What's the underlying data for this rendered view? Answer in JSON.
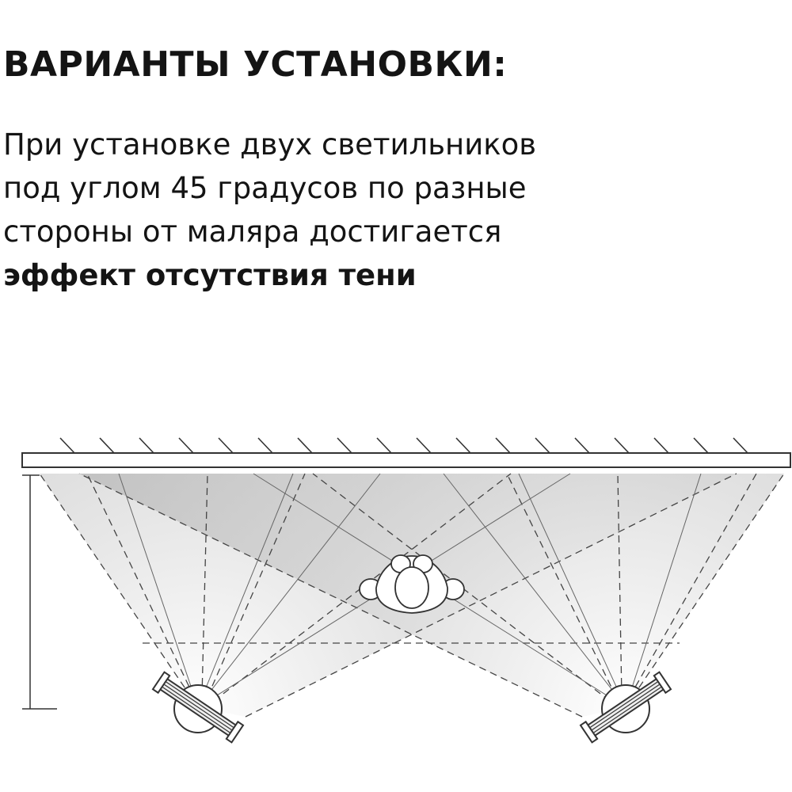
{
  "heading": "ВАРИАНТЫ УСТАНОВКИ:",
  "description": {
    "line1": "При установке двух светильников",
    "line2": "под углом 45 градусов по разные",
    "line3": "стороны от маляра достигается",
    "highlight": "эффект отсутствия тени"
  },
  "icons": [
    "ceiling-hatch",
    "height-dimension",
    "painter-figure",
    "lamp-left",
    "lamp-right",
    "light-beams"
  ]
}
